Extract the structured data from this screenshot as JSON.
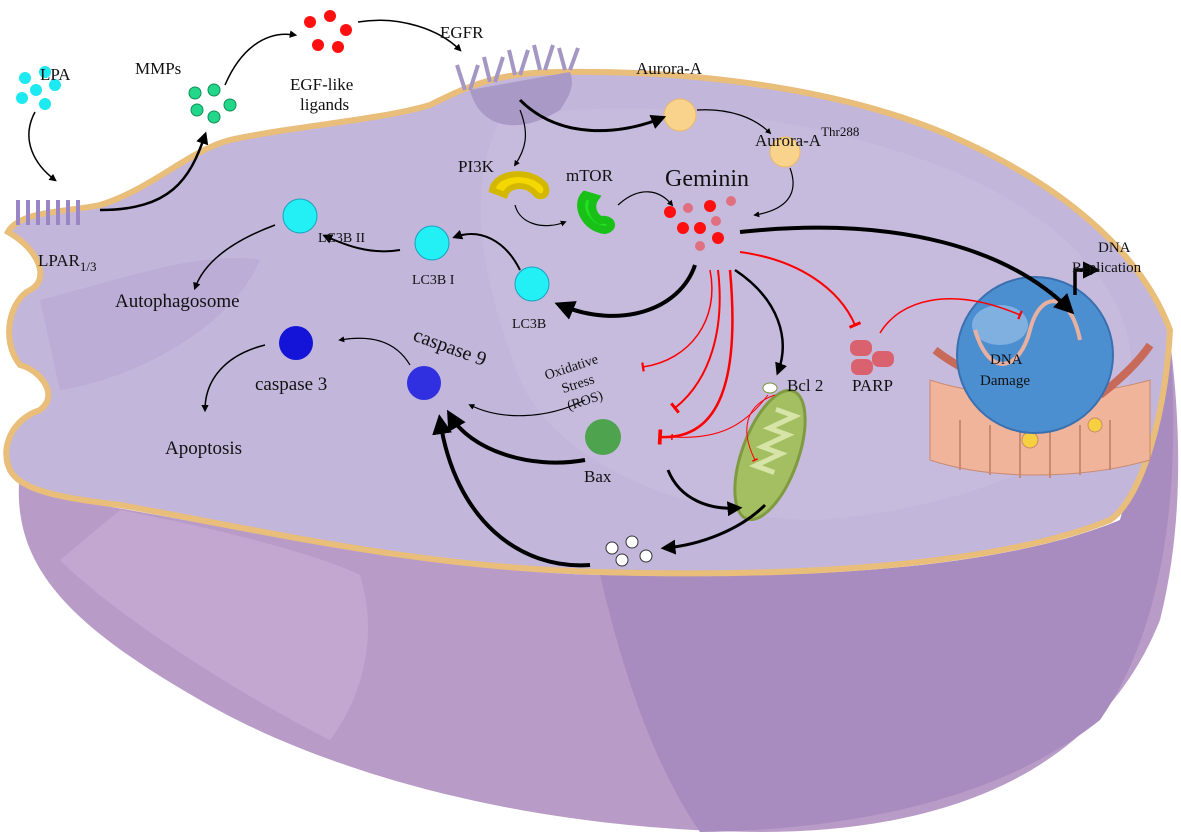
{
  "labels": {
    "lpa": "LPA",
    "mmps": "MMPs",
    "egf_ligands_line1": "EGF-like",
    "egf_ligands_line2": "ligands",
    "egfr": "EGFR",
    "aurora_a": "Aurora-A",
    "aurora_a_thr": "Aurora-A",
    "aurora_a_thr_sup": "Thr288",
    "pi3k": "PI3K",
    "mtor": "mTOR",
    "geminin": "Geminin",
    "lc3b_ii": "LC3B II",
    "lc3b_i": "LC3B I",
    "lc3b": "LC3B",
    "autophagosome": "Autophagosome",
    "caspase9": "caspase 9",
    "caspase3": "caspase 3",
    "apoptosis": "Apoptosis",
    "oxidative_line1": "Oxidative",
    "oxidative_line2": "Stress",
    "oxidative_line3": "(ROS)",
    "bax": "Bax",
    "bcl2": "Bcl 2",
    "parp": "PARP",
    "dna_replication_line1": "DNA",
    "dna_replication_line2": "Replication",
    "dna_damage_line1": "DNA",
    "dna_damage_line2": "Damage",
    "lpar": "LPAR",
    "lpar_sub": "1/3"
  },
  "colors": {
    "cytoplasm": "#c2b6da",
    "cell_body": "#b99bc8",
    "membrane": "#e9bd7a",
    "activation_arrow": "#000000",
    "inhibition_arrow": "#ff0000",
    "lpa": "#1de9f0",
    "mmps": "#22d68a",
    "egf_ligands": "#ff1010",
    "aurora": "#f9d38c",
    "pi3k": "#f4d800",
    "mtor": "#22e022",
    "lc3b": "#22f0f4",
    "caspase": "#2b2bea",
    "bax": "#4ea34e",
    "mitochondrion": "#a4bf62",
    "parp": "#d9626e",
    "nucleus": "#4c8fd0",
    "er": "#f0b49a"
  }
}
